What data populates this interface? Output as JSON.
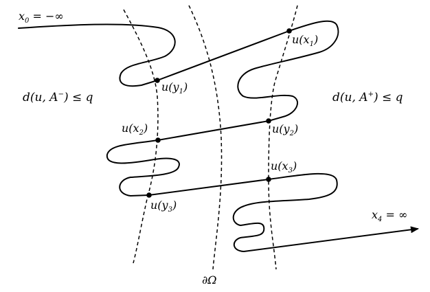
{
  "diagram": {
    "labels": {
      "start": {
        "main": "x",
        "sub": "0",
        "rest": " = −∞"
      },
      "end": {
        "main": "x",
        "sub": "4",
        "rest": " = ∞"
      },
      "left_region": {
        "pre": "d(u, A",
        "sup": "−",
        "post": ") ≤ q"
      },
      "right_region": {
        "pre": "d(u, A",
        "sup": "+",
        "post": ") ≤ q"
      },
      "boundary": "∂Ω"
    },
    "points": [
      {
        "id": "ux1",
        "name": "u(x",
        "sub": "1",
        "close": ")"
      },
      {
        "id": "uy1",
        "name": "u(y",
        "sub": "1",
        "close": ")"
      },
      {
        "id": "ux2",
        "name": "u(x",
        "sub": "2",
        "close": ")"
      },
      {
        "id": "uy2",
        "name": "u(y",
        "sub": "2",
        "close": ")"
      },
      {
        "id": "ux3",
        "name": "u(x",
        "sub": "3",
        "close": ")"
      },
      {
        "id": "uy3",
        "name": "u(y",
        "sub": "3",
        "close": ")"
      }
    ]
  }
}
